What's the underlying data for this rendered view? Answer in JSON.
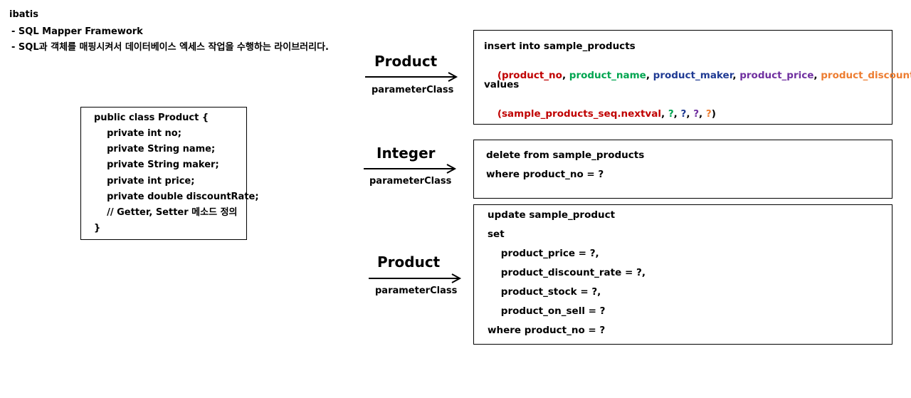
{
  "title": "ibatis",
  "bullets": [
    "- SQL Mapper Framework",
    "- SQL과 객체를 매핑시켜서 데이터베이스 엑세스 작업을 수행하는 라이브러리다."
  ],
  "class_box": {
    "lines": [
      "public class Product {",
      "    private int no;",
      "    private String name;",
      "    private String maker;",
      "    private int price;",
      "    private double discountRate;",
      "    // Getter, Setter 메소드 정의",
      "}"
    ]
  },
  "arrows": [
    {
      "type": "Product",
      "label": "parameterClass"
    },
    {
      "type": "Integer",
      "label": "parameterClass"
    },
    {
      "type": "Product",
      "label": "parameterClass"
    }
  ],
  "insert_sql": {
    "line1": "insert into sample_products",
    "open_paren": "(",
    "columns": [
      {
        "text": "product_no",
        "color": "#c00000",
        "sep": ", "
      },
      {
        "text": "product_name",
        "color": "#00a550",
        "sep": ", "
      },
      {
        "text": "product_maker",
        "color": "#1f3a93",
        "sep": ", "
      },
      {
        "text": "product_price",
        "color": "#7030a0",
        "sep": ", "
      },
      {
        "text": "product_discount_rate",
        "color": "#ed7d31",
        "sep": ""
      }
    ],
    "close_paren": ")",
    "line3": "values",
    "values": [
      {
        "text": "sample_products_seq.nextval",
        "color": "#c00000",
        "sep": ", "
      },
      {
        "text": "?",
        "color": "#00a550",
        "sep": ", "
      },
      {
        "text": "?",
        "color": "#1f3a93",
        "sep": ", "
      },
      {
        "text": "?",
        "color": "#7030a0",
        "sep": ", "
      },
      {
        "text": "?",
        "color": "#ed7d31",
        "sep": ""
      }
    ]
  },
  "delete_sql": {
    "lines": [
      "delete from sample_products",
      "where product_no = ?"
    ]
  },
  "update_sql": {
    "lines": [
      "update sample_product",
      "set",
      "    product_price = ?,",
      "    product_discount_rate = ?,",
      "    product_stock = ?,",
      "    product_on_sell = ?",
      "where product_no = ?"
    ]
  },
  "colors": {
    "text": "#000000",
    "border": "#000000"
  }
}
